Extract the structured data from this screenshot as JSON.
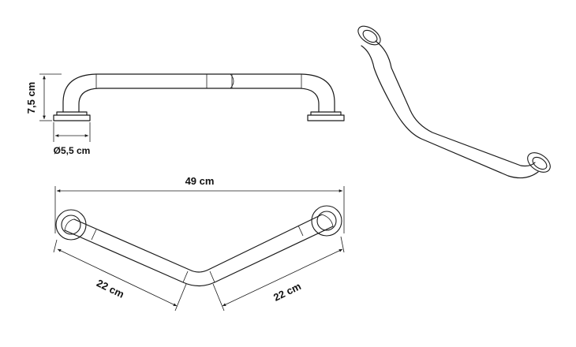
{
  "dimensions": {
    "height": "7,5 cm",
    "diameter": "Ø5,5 cm",
    "width": "49 cm",
    "left_leg": "22 cm",
    "right_leg": "22 cm"
  }
}
